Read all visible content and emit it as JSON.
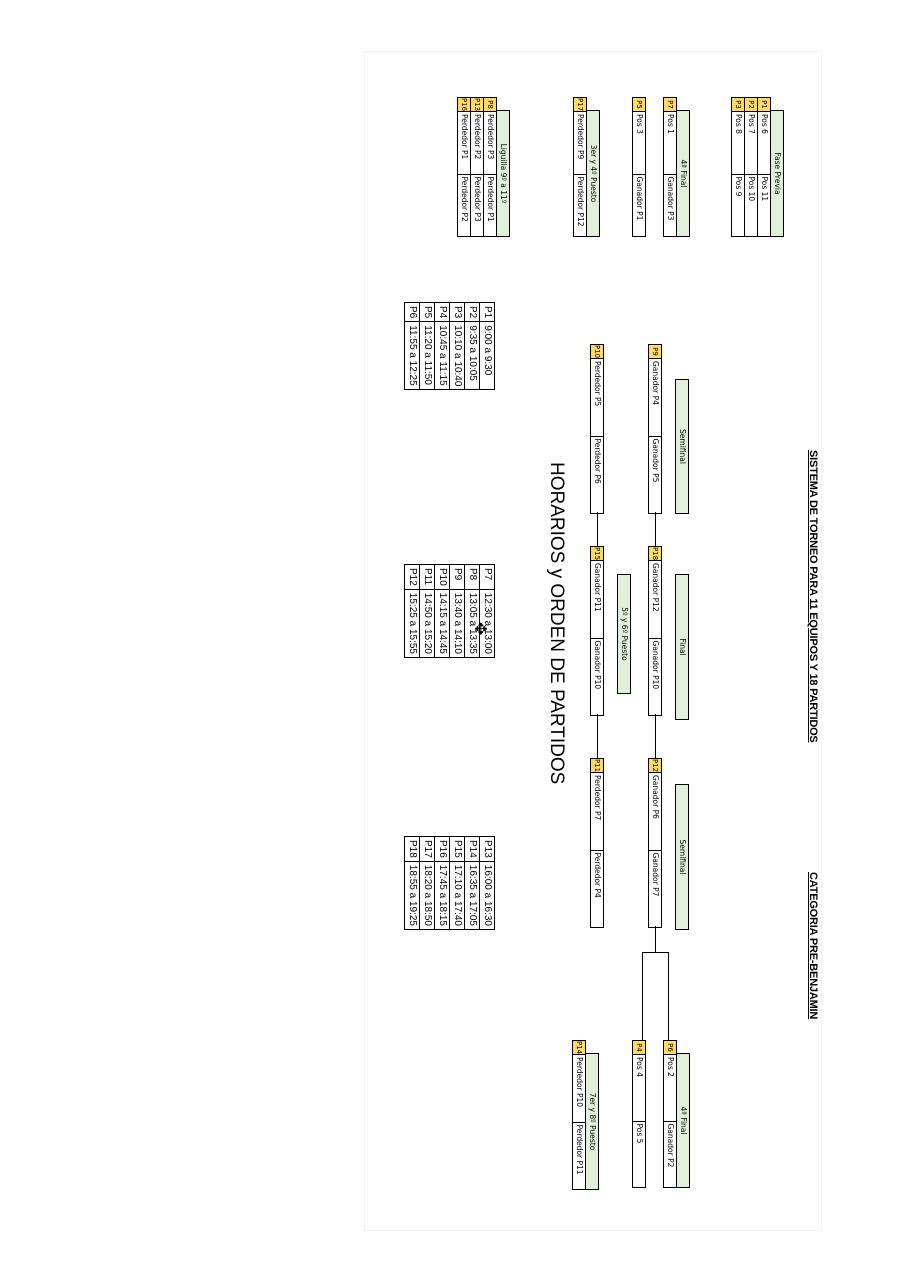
{
  "header": {
    "title": "SISTEMA DE TORNEO PARA 11 EQUIPOS Y 18 PARTIDOS",
    "category": "CATEGORIA PRE-BENJAMIN"
  },
  "schedule_title": "HORARIOS y ORDEN DE PARTIDOS",
  "groups": {
    "fase_previa": {
      "title": "Fase Previa",
      "rows": [
        {
          "code": "P1",
          "a": "Pos 6",
          "b": "Pos 11"
        },
        {
          "code": "P2",
          "a": "Pos 7",
          "b": "Pos 10"
        },
        {
          "code": "P3",
          "a": "Pos 8",
          "b": "Pos 9"
        }
      ]
    },
    "cuarta_izq": {
      "title": "4ª Final",
      "rows": [
        {
          "code": "P7",
          "a": "Pos 1",
          "b": "Ganador P3"
        },
        {
          "code": "P5",
          "a": "Pos 3",
          "b": "Ganador P1"
        }
      ]
    },
    "tercer": {
      "title": "3er y 4º Puesto",
      "rows": [
        {
          "code": "P17",
          "a": "Perdedor P9",
          "b": "Perdedor P12"
        }
      ]
    },
    "liguilla": {
      "title": "Liguilla 9º a 11º",
      "rows": [
        {
          "code": "P8",
          "a": "Perdedor P3",
          "b": "Perdedor P1"
        },
        {
          "code": "P13",
          "a": "Perdedor P2",
          "b": "Perdedor P3"
        },
        {
          "code": "P16",
          "a": "Perdedor P1",
          "b": "Perdedor P2"
        }
      ]
    },
    "semi_izq": {
      "title": "Semifinal",
      "rows": [
        {
          "code": "P9",
          "a": "Ganador P4",
          "b": "Ganador P5"
        },
        {
          "code": "P10",
          "a": "Perdedor P5",
          "b": "Perdedor P6"
        }
      ]
    },
    "final": {
      "title": "Final",
      "rows": [
        {
          "code": "P18",
          "a": "Ganador P12",
          "b": "Ganador P10"
        }
      ]
    },
    "quinto": {
      "title": "5º y 6º Puesto",
      "rows": [
        {
          "code": "P15",
          "a": "Ganador P11",
          "b": "Ganador P10"
        }
      ]
    },
    "semi_der": {
      "title": "Semifinal",
      "rows": [
        {
          "code": "P12",
          "a": "Ganador P6",
          "b": "Ganador P7"
        },
        {
          "code": "P11",
          "a": "Perdedor P7",
          "b": "Perdedor P4"
        }
      ]
    },
    "cuarta_der": {
      "title": "4ª Final",
      "rows": [
        {
          "code": "P6",
          "a": "Pos 2",
          "b": "Ganador P2"
        },
        {
          "code": "P4",
          "a": "Pos 4",
          "b": "Pos 5"
        }
      ]
    },
    "septimo": {
      "title": "7er y 8º Puesto",
      "rows": [
        {
          "code": "P14",
          "a": "Perdedor P10",
          "b": "Perdedor P11"
        }
      ]
    }
  },
  "schedules": [
    [
      {
        "m": "P1",
        "t": "9:00 a 9:30"
      },
      {
        "m": "P2",
        "t": "9:35 a 10:05"
      },
      {
        "m": "P3",
        "t": "10:10 a 10:40"
      },
      {
        "m": "P4",
        "t": "10:45 a 11:15"
      },
      {
        "m": "P5",
        "t": "11:20 a 11:50"
      },
      {
        "m": "P6",
        "t": "11:55 a 12:25"
      }
    ],
    [
      {
        "m": "P7",
        "t": "12:30 a 13:00"
      },
      {
        "m": "P8",
        "t": "13:05 a 13:35"
      },
      {
        "m": "P9",
        "t": "13:40 a 14:10"
      },
      {
        "m": "P10",
        "t": "14:15 a 14:45"
      },
      {
        "m": "P11",
        "t": "14:50 a 15:20"
      },
      {
        "m": "P12",
        "t": "15:25 a 15:55"
      }
    ],
    [
      {
        "m": "P13",
        "t": "16:00 a 16:30"
      },
      {
        "m": "P14",
        "t": "16:35 a 17:05"
      },
      {
        "m": "P15",
        "t": "17:10 a 17:40"
      },
      {
        "m": "P16",
        "t": "17:45 a 18:15"
      },
      {
        "m": "P17",
        "t": "18:20 a 18:50"
      },
      {
        "m": "P18",
        "t": "18:55 a 19:25"
      }
    ]
  ],
  "icons": {
    "cursor": "move-cursor-icon"
  }
}
